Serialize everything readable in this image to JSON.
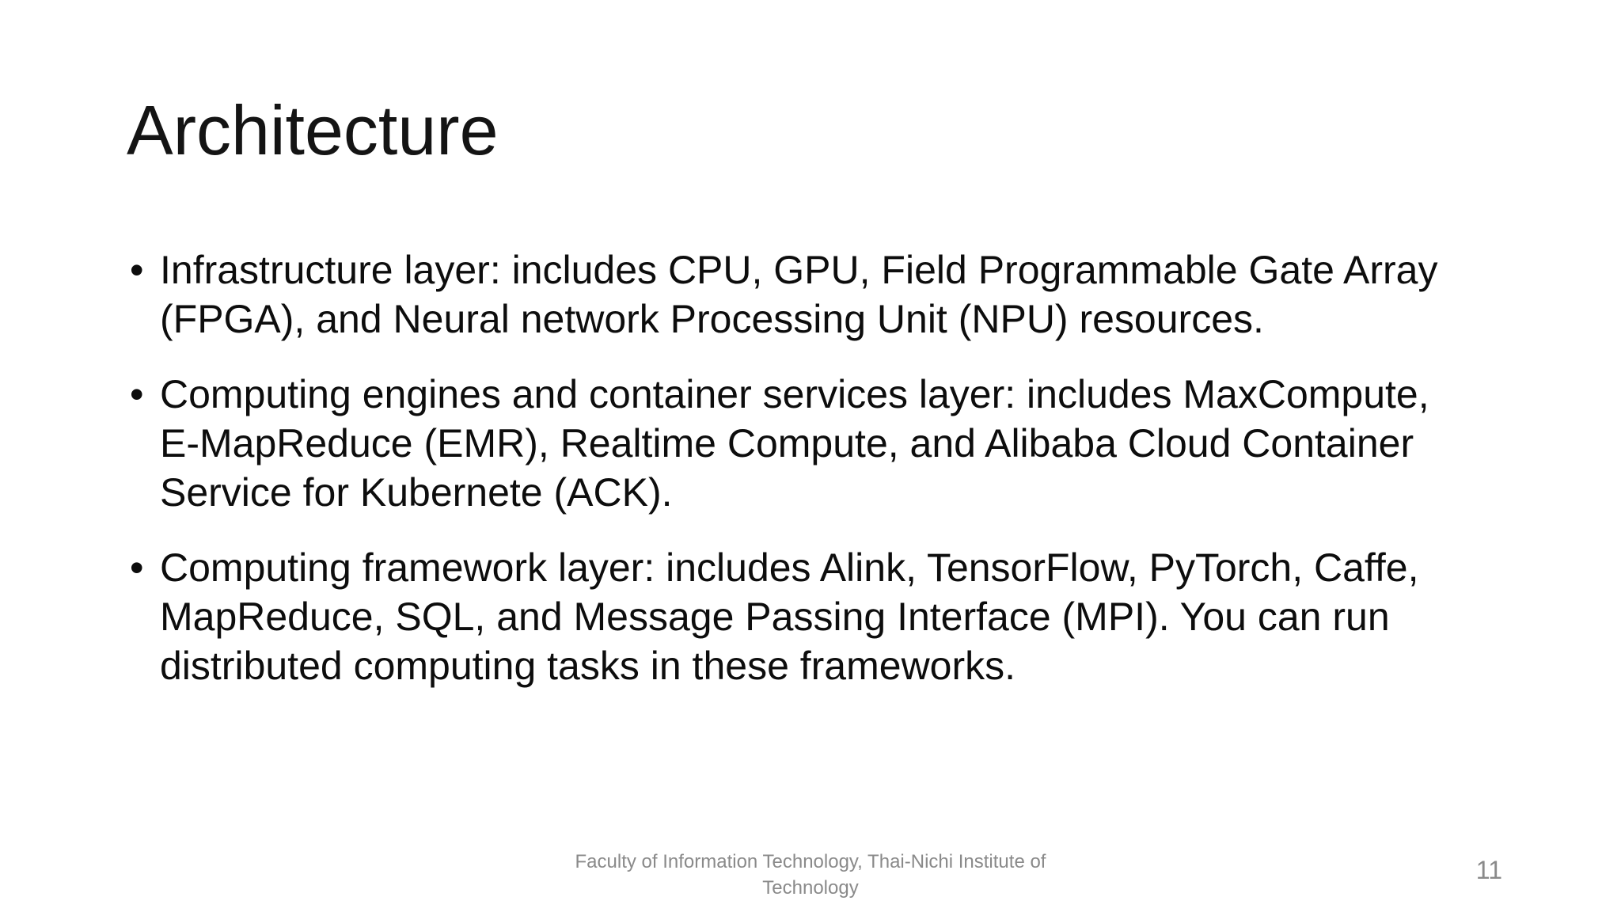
{
  "slide": {
    "title": "Architecture",
    "bullet_glyph": "•",
    "bullets": [
      "Infrastructure layer: includes CPU, GPU, Field Programmable Gate Array (FPGA), and Neural network Processing Unit (NPU) resources.",
      "Computing engines and container services layer: includes MaxCompute, E-MapReduce (EMR), Realtime Compute, and Alibaba Cloud Container Service for Kubernete (ACK).",
      "Computing framework layer: includes Alink, TensorFlow, PyTorch, Caffe, MapReduce, SQL, and Message Passing Interface (MPI). You can run distributed computing tasks in these frameworks."
    ],
    "footer": "Faculty of Information Technology, Thai-Nichi Institute of Technology",
    "page_number": "11",
    "colors": {
      "background": "#ffffff",
      "text": "#0d0d0d",
      "muted": "#8a8a8a"
    }
  }
}
